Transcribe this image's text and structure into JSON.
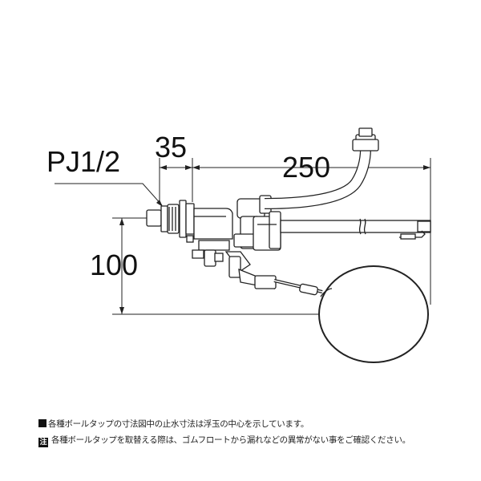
{
  "dimensions": {
    "inlet_thread": "PJ1/2",
    "width_35": "35",
    "length_250": "250",
    "height_100": "100"
  },
  "notes": [
    {
      "marker": "■",
      "text": "各種ボールタップの寸法図中の止水寸法は浮玉の中心を示しています。"
    },
    {
      "marker": "注",
      "text": "各種ボールタップを取替える際は、ゴムフロートから漏れなどの異常がない事をご確認ください。"
    }
  ]
}
